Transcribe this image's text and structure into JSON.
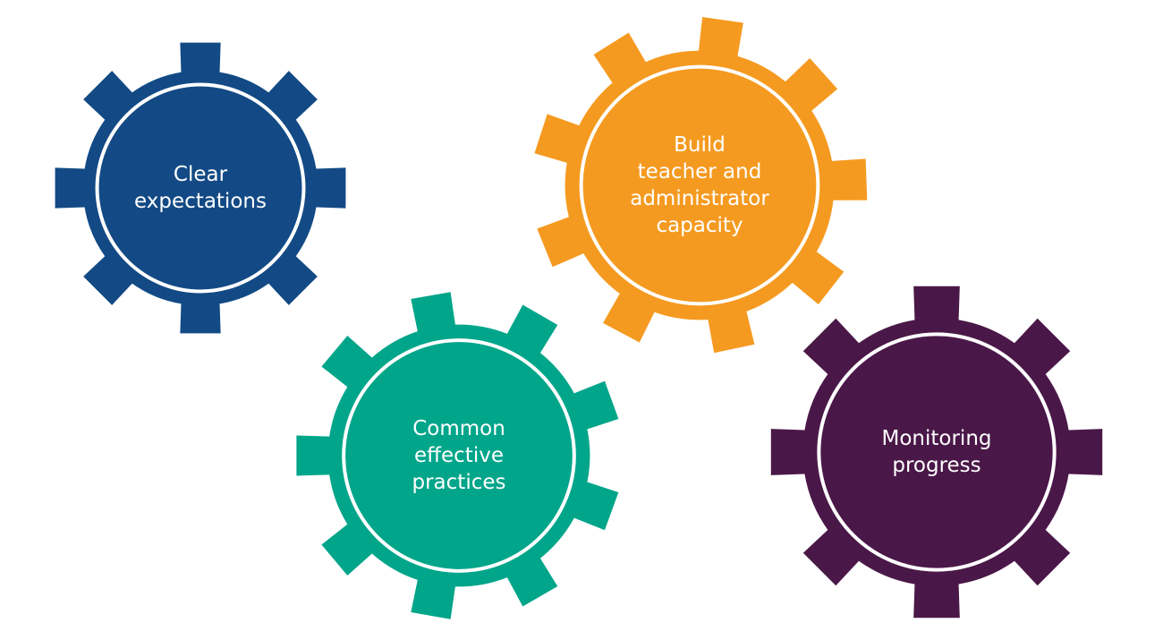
{
  "gears": [
    {
      "id": "clear-expectations",
      "color": "#134A85",
      "lines": [
        "Clear",
        "expectations"
      ]
    },
    {
      "id": "build-capacity",
      "color": "#F59A20",
      "lines": [
        "Build",
        "teacher and",
        "administrator",
        "capacity"
      ]
    },
    {
      "id": "common-practices",
      "color": "#00A58A",
      "lines": [
        "Common",
        "effective",
        "practices"
      ]
    },
    {
      "id": "monitoring-progress",
      "color": "#4A1848",
      "lines": [
        "Monitoring",
        "progress"
      ]
    }
  ],
  "ring_color": "#FFFFFF"
}
